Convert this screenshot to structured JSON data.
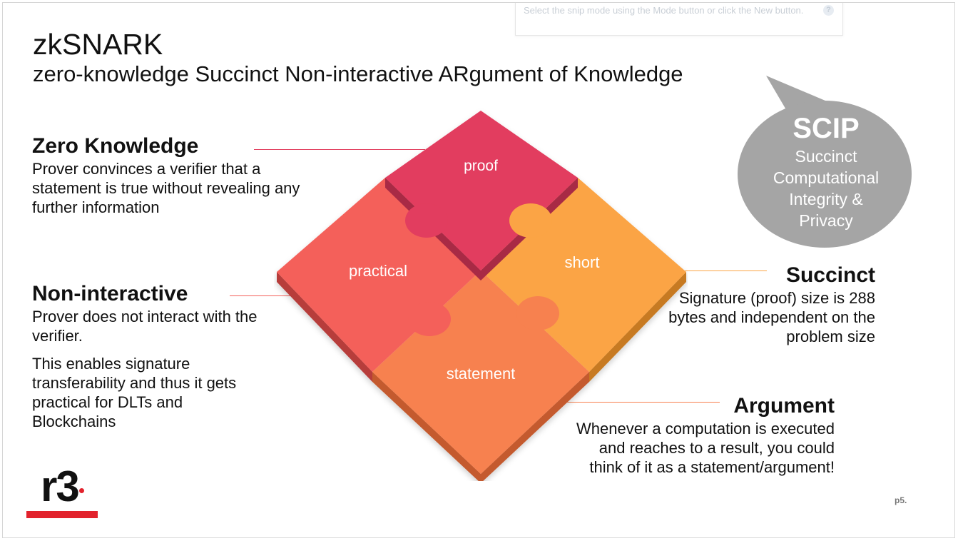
{
  "snip_hint": {
    "text": "Select the snip mode using the Mode button or click the New button.",
    "help": "?"
  },
  "title": "zkSNARK",
  "subtitle": "zero-knowledge Succinct Non-interactive ARgument of Knowledge",
  "zero_knowledge": {
    "heading": "Zero Knowledge",
    "body": "Prover convinces a verifier that a statement is true without revealing any further information"
  },
  "non_interactive": {
    "heading": "Non-interactive",
    "body": "Prover does not interact with the verifier.",
    "extra": "This enables signature transferability and thus it gets practical for DLTs and Blockchains"
  },
  "succinct": {
    "heading": "Succinct",
    "body": "Signature (proof) size is 288 bytes and independent on the problem size"
  },
  "argument": {
    "heading": "Argument",
    "body": "Whenever a computation is executed and reaches to a result, you could think of it as a statement/argument!"
  },
  "bubble": {
    "acronym": "SCIP",
    "line1": "Succinct",
    "line2": "Computational",
    "line3": "Integrity &",
    "line4": "Privacy"
  },
  "puzzle": {
    "top": "proof",
    "left": "practical",
    "right": "short",
    "bottom": "statement",
    "colors": {
      "top": "#e23e5e",
      "left": "#f4605a",
      "right": "#fba444",
      "bottom": "#f7814f"
    }
  },
  "logo": {
    "text": "r3",
    "accent": "#e2222c"
  },
  "page": "p5."
}
